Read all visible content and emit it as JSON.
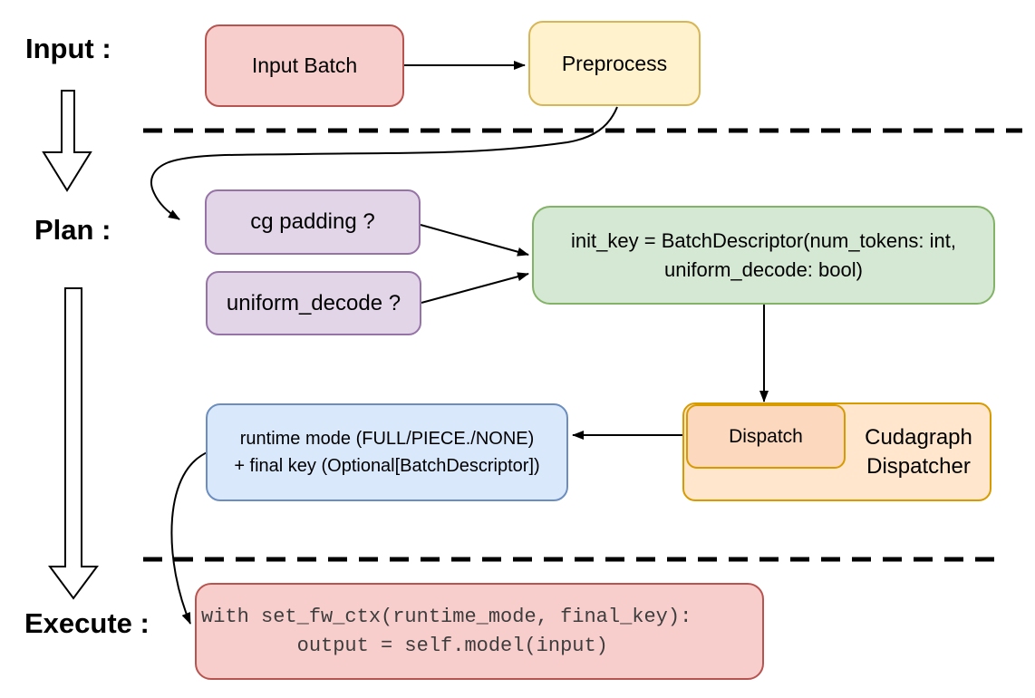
{
  "diagram": {
    "background": "#ffffff",
    "line_color": "#000000",
    "sections": {
      "input": "Input :",
      "plan": "Plan :",
      "execute": "Execute :"
    },
    "nodes": {
      "input_batch": {
        "label": "Input Batch",
        "fill": "#f8cecc",
        "stroke": "#b85450"
      },
      "preprocess": {
        "label": "Preprocess",
        "fill": "#fff2cc",
        "stroke": "#d6b656"
      },
      "cg_padding": {
        "label": "cg padding ?",
        "fill": "#e1d5e7",
        "stroke": "#9673a6"
      },
      "uniform_decode": {
        "label": "uniform_decode ?",
        "fill": "#e1d5e7",
        "stroke": "#9673a6"
      },
      "init_key": {
        "line1": "init_key = BatchDescriptor(num_tokens: int,",
        "line2": "uniform_decode: bool)",
        "fill": "#d5e8d4",
        "stroke": "#82b366"
      },
      "dispatch": {
        "label": "Dispatch",
        "fill": "#fcd8be",
        "stroke": "#d79b00"
      },
      "cudagraph_dispatcher": {
        "line1": "Cudagraph",
        "line2": "Dispatcher",
        "fill": "#ffe6cc",
        "stroke": "#d79b00"
      },
      "runtime_mode": {
        "line1": "runtime mode (FULL/PIECE./NONE)",
        "line2": "+ final key (Optional[BatchDescriptor])",
        "fill": "#dae8fc",
        "stroke": "#6c8ebf"
      },
      "execute_code": {
        "line1": "with set_fw_ctx(runtime_mode, final_key):",
        "line2": "        output = self.model(input)",
        "fill": "#f8cecc",
        "stroke": "#b85450",
        "text_color": "#3d3d3d"
      }
    }
  }
}
